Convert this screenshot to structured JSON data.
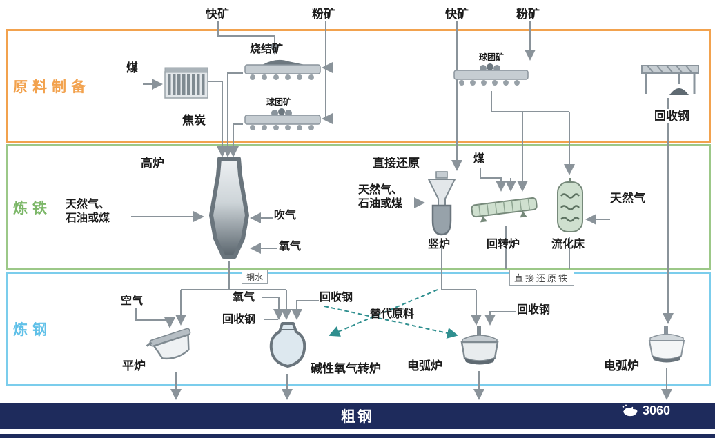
{
  "colors": {
    "raw_material_band_border": "#f2a24e",
    "iron_band_border": "#9cc888",
    "iron_title": "#7cb768",
    "steel_band_border": "#7bcdec",
    "steel_title": "#5fc0e8",
    "crude_steel_bar": "#1e2b5c",
    "connector_gray": "#8a939a",
    "dashed_flow_teal": "#2f8f8f"
  },
  "top_feeds": {
    "lump_ore_left": "快矿",
    "fine_ore_left": "粉矿",
    "lump_ore_right": "快矿",
    "fine_ore_right": "粉矿"
  },
  "bands": {
    "raw_material": {
      "title": "原料制备"
    },
    "iron": {
      "title": "炼铁"
    },
    "steel": {
      "title": "炼钢"
    }
  },
  "raw_material": {
    "coal": "煤",
    "sinter": "烧结矿",
    "pellet_left": "球团矿",
    "coke": "焦炭",
    "pellet_right": "球团矿",
    "recycled_steel": "回收钢"
  },
  "iron": {
    "blast_furnace": "高炉",
    "ng_oil_coal_left": "天然气、\n石油或煤",
    "blow_gas": "吹气",
    "oxygen": "氧气",
    "direct_reduction": "直接还原",
    "ng_oil_coal_right": "天然气、\n石油或煤",
    "coal": "煤",
    "shaft_furnace": "竖炉",
    "rotary_kiln": "回转炉",
    "fluidized_bed": "流化床",
    "natural_gas": "天然气"
  },
  "transfer": {
    "molten_steel": "钢水",
    "dri": "直接还原铁"
  },
  "steel": {
    "air": "空气",
    "oxygen": "氧气",
    "recycled_steel_left": "回收钢",
    "recycled_steel_mid": "回收钢",
    "alt_materials": "替代原料",
    "open_hearth": "平炉",
    "bof": "碱性氧气转炉",
    "eaf": "电弧炉",
    "recycled_steel_right": "回收钢",
    "eaf_right": "电弧炉"
  },
  "bottom": {
    "crude_steel": "粗钢",
    "watermark": "3060"
  }
}
